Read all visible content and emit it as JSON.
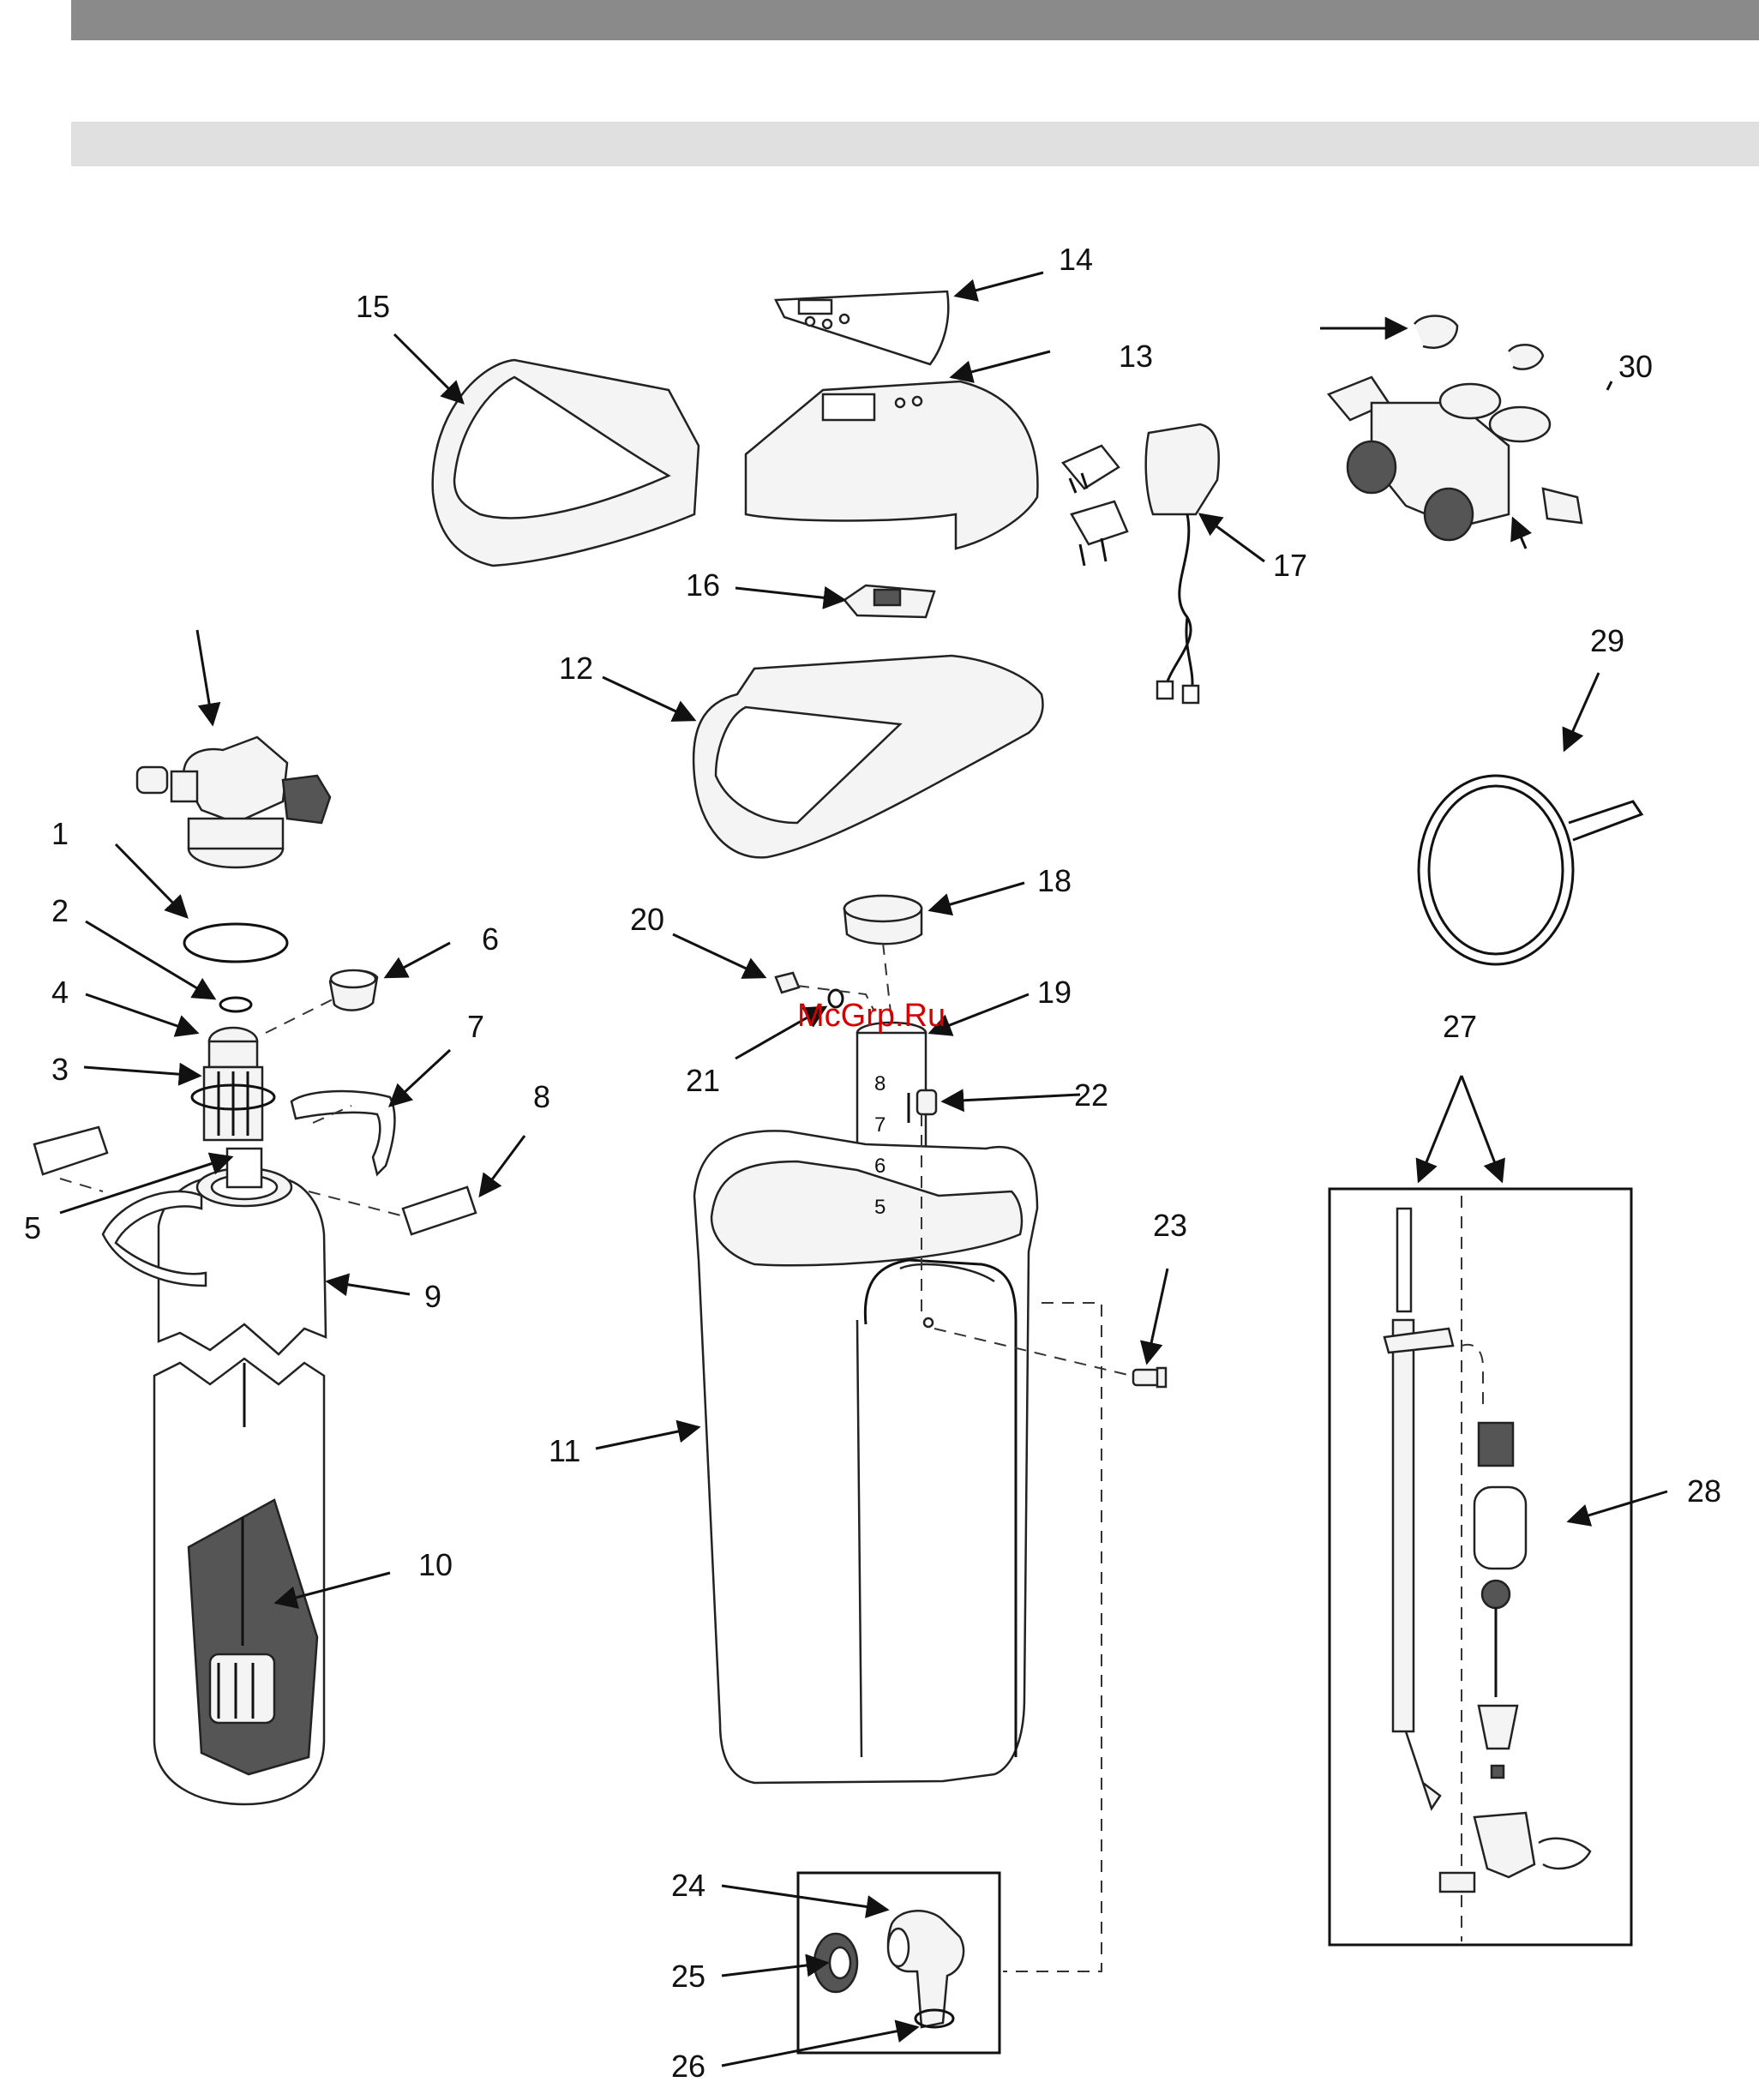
{
  "labels": {
    "l1": "1",
    "l2": "2",
    "l3": "3",
    "l4": "4",
    "l5": "5",
    "l6": "6",
    "l7": "7",
    "l8": "8",
    "l9": "9",
    "l10": "10",
    "l11": "11",
    "l12": "12",
    "l13": "13",
    "l14": "14",
    "l15": "15",
    "l16": "16",
    "l17": "17",
    "l18": "18",
    "l19": "19",
    "l20": "20",
    "l21": "21",
    "l22": "22",
    "l23": "23",
    "l24": "24",
    "l25": "25",
    "l26": "26",
    "l27": "27",
    "l28": "28",
    "l29": "29",
    "l30": "30"
  },
  "tube_scale": [
    "8",
    "7",
    "6",
    "5"
  ],
  "watermark": "McGrp.Ru",
  "colors": {
    "band_dark": "#8a8a8a",
    "band_light": "#e0e0e0",
    "watermark": "#d40000"
  }
}
